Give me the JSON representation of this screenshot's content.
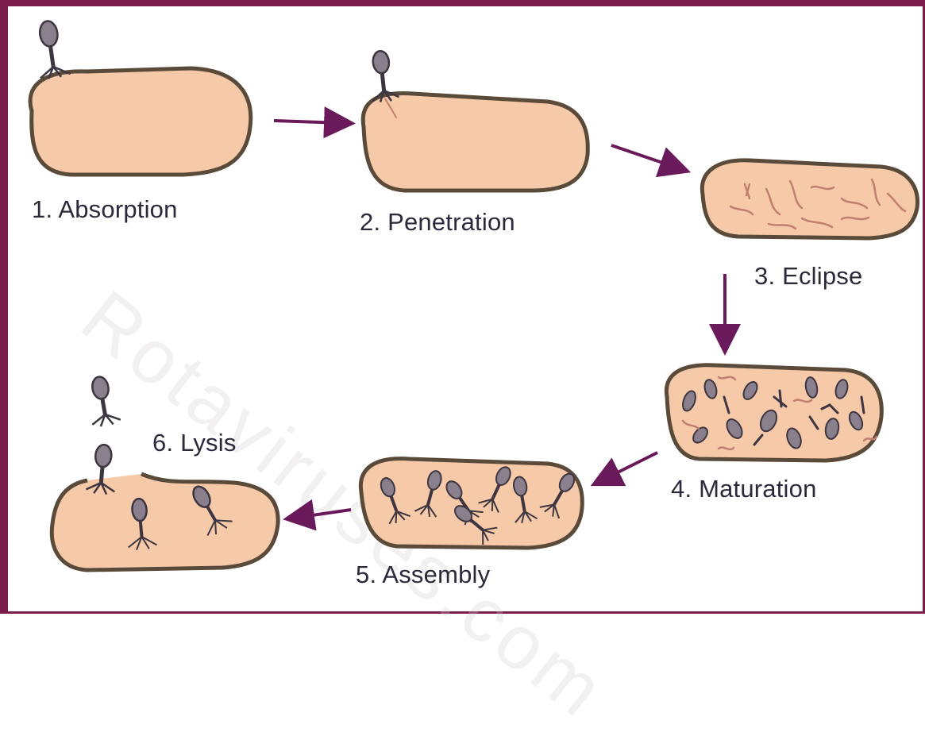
{
  "stages": [
    {
      "number": "1.",
      "name": "Absorption",
      "label": "1. Absorption"
    },
    {
      "number": "2.",
      "name": "Penetration",
      "label": "2. Penetration"
    },
    {
      "number": "3.",
      "name": "Eclipse",
      "label": "3. Eclipse"
    },
    {
      "number": "4.",
      "name": "Maturation",
      "label": "4. Maturation"
    },
    {
      "number": "5.",
      "name": "Assembly",
      "label": "5. Assembly"
    },
    {
      "number": "6.",
      "name": "Lysis",
      "label": "6. Lysis"
    }
  ],
  "colors": {
    "border": "#7a1f4b",
    "cell_fill": "#f6c9a8",
    "cell_stroke": "#5a4a3a",
    "arrow": "#6a1a5a",
    "phage": "#5a5060",
    "dna": "#c08070"
  }
}
